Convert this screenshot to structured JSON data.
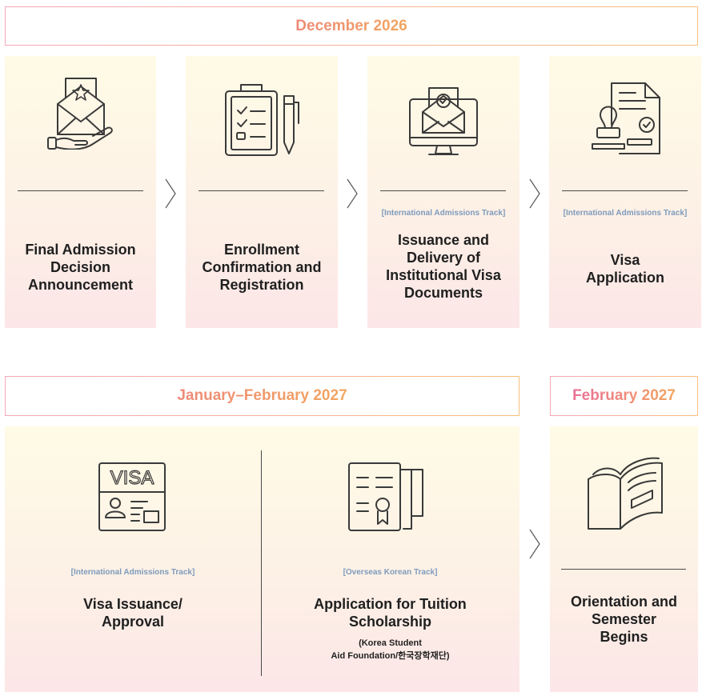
{
  "row1": {
    "header": "December 2026",
    "steps": [
      {
        "icon": "envelope-hand-icon",
        "track": "",
        "title": "Final Admission\nDecision\nAnnouncement"
      },
      {
        "icon": "clipboard-checklist-icon",
        "track": "",
        "title": "Enrollment\nConfirmation and\nRegistration"
      },
      {
        "icon": "monitor-email-icon",
        "track": "[International Admissions Track]",
        "title": "Issuance and\nDelivery of\nInstitutional Visa\nDocuments"
      },
      {
        "icon": "document-stamp-icon",
        "track": "[International Admissions Track]",
        "title": "Visa\nApplication"
      }
    ]
  },
  "row2": {
    "header_left": "January–February 2027",
    "header_right": "February 2027",
    "visa": {
      "icon": "visa-card-icon",
      "track": "[International Admissions Track]",
      "title": "Visa Issuance/\nApproval"
    },
    "scholarship": {
      "icon": "certificate-scroll-icon",
      "track": "[Overseas Korean Track]",
      "title": "Application for Tuition\nScholarship",
      "sub": "(Korea Student\nAid Foundation/한국장학재단)"
    },
    "orientation": {
      "icon": "open-book-icon",
      "title": "Orientation and\nSemester\nBegins"
    }
  }
}
